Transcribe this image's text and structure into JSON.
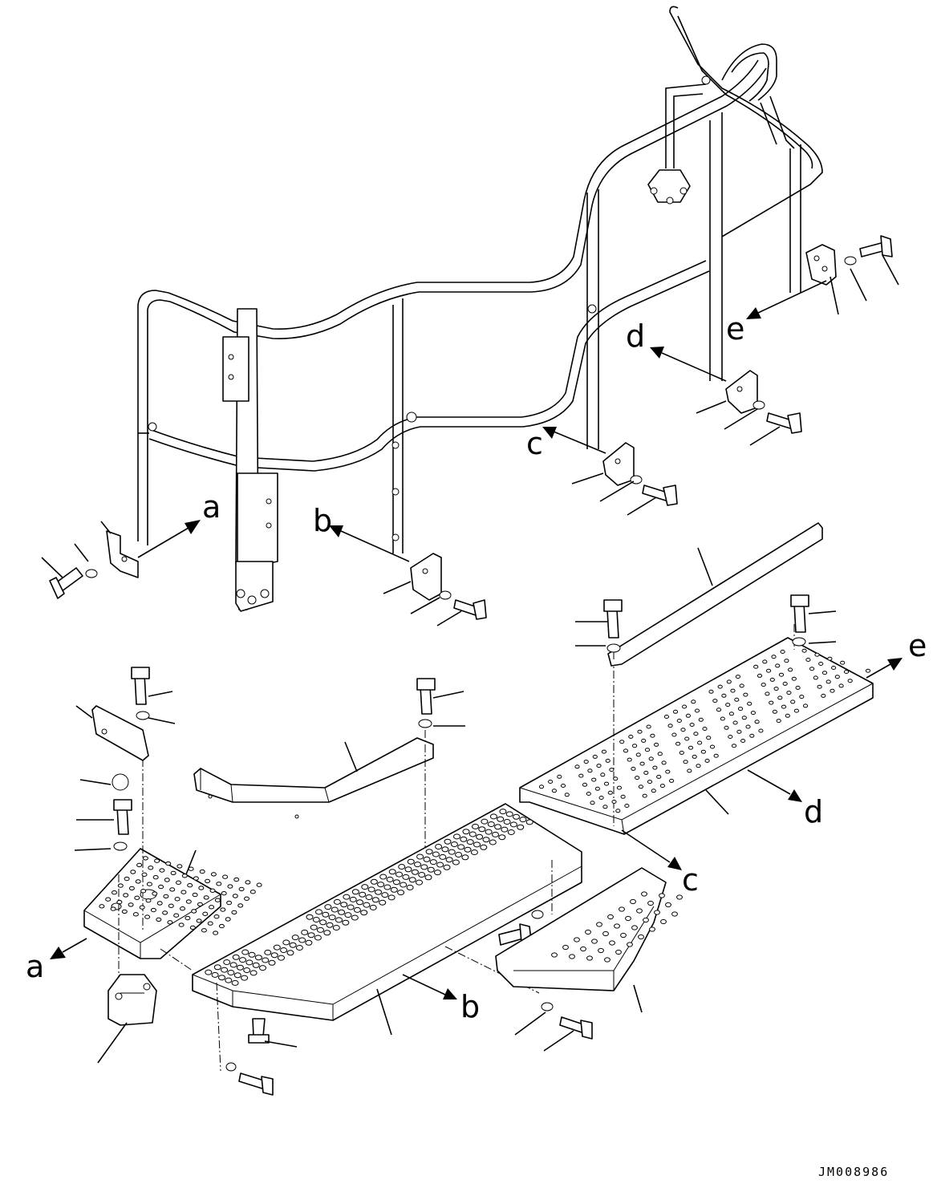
{
  "drawing": {
    "code": "JM008986",
    "callouts": {
      "a": "a",
      "b": "b",
      "c": "c",
      "d": "d",
      "e": "e"
    }
  }
}
